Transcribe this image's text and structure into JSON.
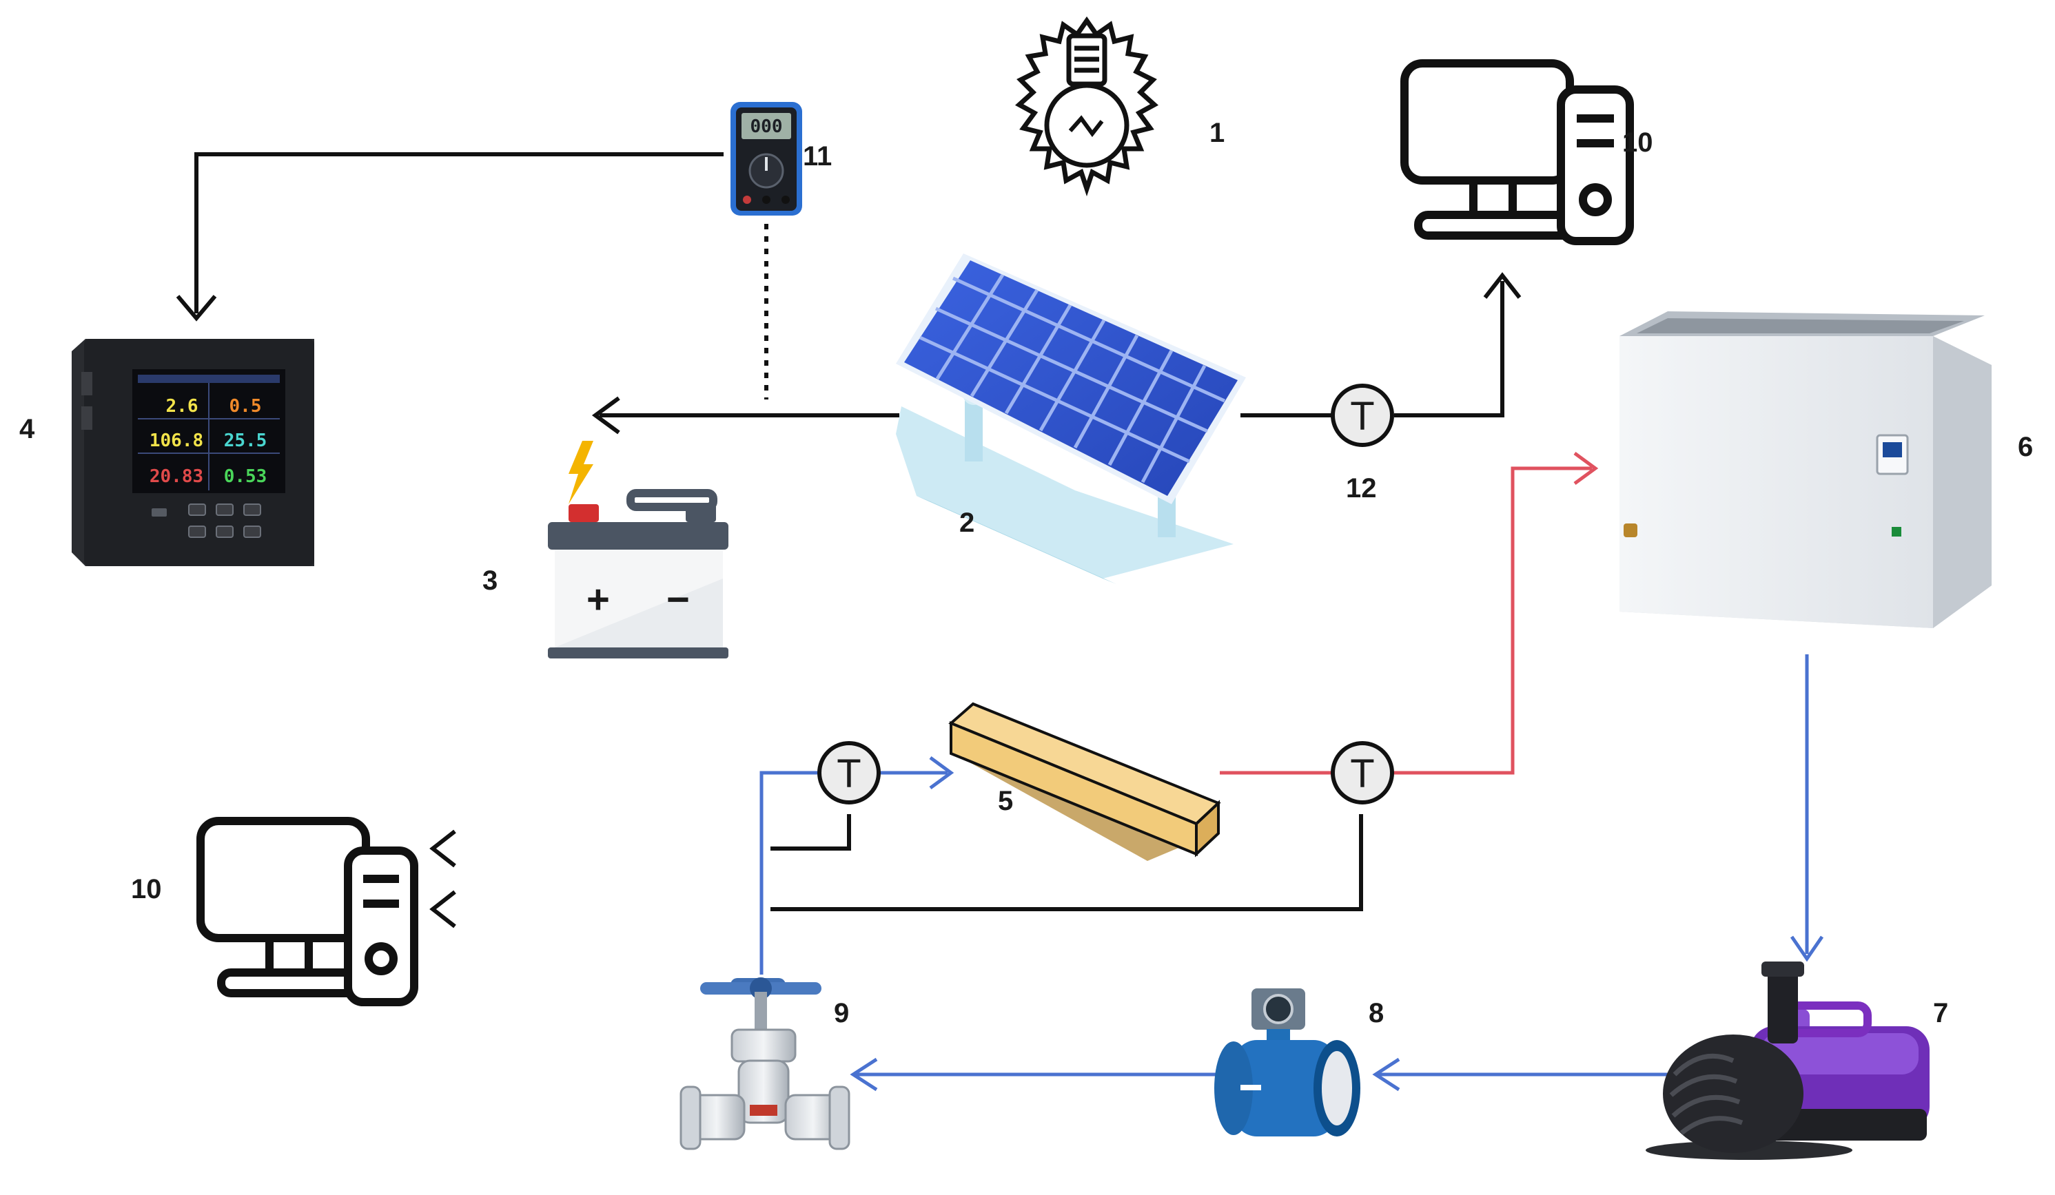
{
  "components": {
    "light_source": {
      "number": "1",
      "icon": "light-bulb-icon"
    },
    "solar_panel": {
      "number": "2",
      "icon": "solar-panel-icon"
    },
    "battery": {
      "number": "3",
      "icon": "battery-icon",
      "plus": "+",
      "minus": "−"
    },
    "data_logger": {
      "number": "4",
      "icon": "data-logger-icon",
      "readings": [
        "2.6",
        "0.5",
        "106.8",
        "25.5",
        "20.83",
        "0.53"
      ]
    },
    "pcm_module": {
      "number": "5",
      "icon": "pcm-module-icon"
    },
    "water_bath": {
      "number": "6",
      "icon": "water-bath-icon"
    },
    "pump": {
      "number": "7",
      "icon": "pump-icon"
    },
    "flow_meter": {
      "number": "8",
      "icon": "flow-meter-icon"
    },
    "valve": {
      "number": "9",
      "icon": "valve-icon"
    },
    "computer_top": {
      "number": "10",
      "icon": "computer-icon"
    },
    "computer_bottom": {
      "number": "10",
      "icon": "computer-icon"
    },
    "multimeter": {
      "number": "11",
      "icon": "multimeter-icon"
    },
    "thermocouple_panel": {
      "number": "12",
      "symbol": "T"
    },
    "thermocouple_inlet": {
      "symbol": "T"
    },
    "thermocouple_outlet": {
      "symbol": "T"
    }
  },
  "colors": {
    "signal_line": "#111111",
    "cold_water": "#4a72d0",
    "hot_water": "#e0525f",
    "solar_cell": "#2f55d4",
    "pcm": "#f7d795",
    "pump_accent": "#7b2fbf",
    "meter_blue": "#1f6fb8"
  }
}
